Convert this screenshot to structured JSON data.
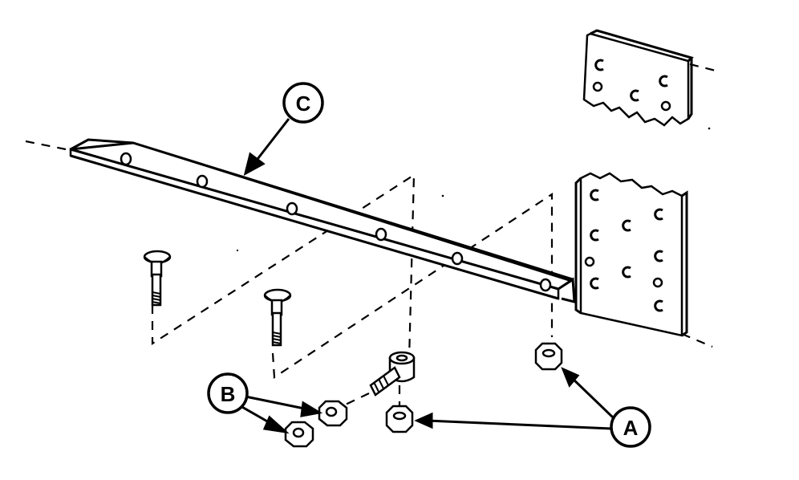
{
  "callouts": {
    "a": "A",
    "b": "B",
    "c": "C"
  },
  "parts": {
    "c": "bracket",
    "a": "nut",
    "b": "nut"
  }
}
